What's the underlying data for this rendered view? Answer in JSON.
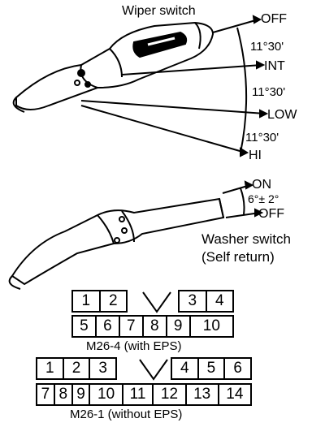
{
  "wiper": {
    "title": "Wiper switch",
    "positions": [
      "OFF",
      "INT",
      "LOW",
      "HI"
    ],
    "angles": [
      "11°30'",
      "11°30'",
      "11°30'"
    ]
  },
  "washer": {
    "positions": [
      "ON",
      "OFF"
    ],
    "angle": "6°± 2°",
    "title_line1": "Washer switch",
    "title_line2": "(Self return)"
  },
  "connector_m26_4": {
    "caption": "M26-4 (with EPS)",
    "top": [
      "1",
      "2",
      "",
      "",
      "3",
      "4"
    ],
    "bottom": [
      "5",
      "6",
      "7",
      "8",
      "9",
      "10"
    ]
  },
  "connector_m26_1": {
    "caption": "M26-1 (without EPS)",
    "top": [
      "1",
      "2",
      "3",
      "",
      "",
      "4",
      "5",
      "6"
    ],
    "bottom": [
      "7",
      "8",
      "9",
      "10",
      "11",
      "12",
      "13",
      "14"
    ]
  }
}
